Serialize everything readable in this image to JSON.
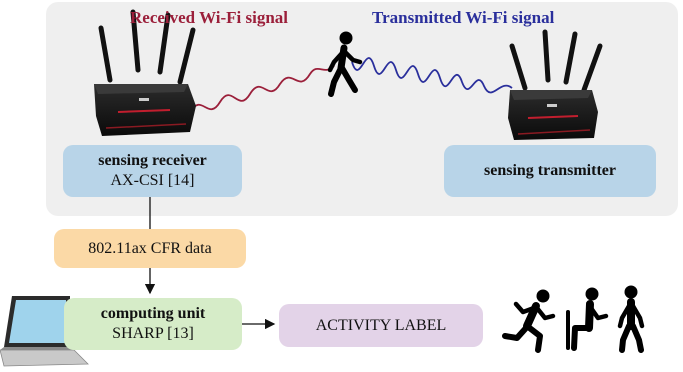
{
  "signals": {
    "received_label": "Received Wi-Fi signal",
    "transmitted_label": "Transmitted Wi-Fi signal",
    "received_color": "#9b1f3a",
    "transmitted_color": "#2a2f9c"
  },
  "boxes": {
    "receiver": {
      "title": "sensing receiver",
      "subtitle": "AX-CSI [14]",
      "color": "#b8d4e8"
    },
    "transmitter": {
      "title": "sensing transmitter",
      "color": "#b8d4e8"
    },
    "cfr": {
      "label": "802.11ax CFR data",
      "color": "#fbd9a6"
    },
    "computing": {
      "title": "computing unit",
      "subtitle": "SHARP [13]",
      "color": "#d6ecc8"
    },
    "activity": {
      "label": "ACTIVITY LABEL",
      "color": "#e3d3e8"
    }
  },
  "icons": [
    "router-icon",
    "walking-person-icon",
    "laptop-icon",
    "running-person-icon",
    "sitting-person-icon",
    "standing-person-icon"
  ]
}
